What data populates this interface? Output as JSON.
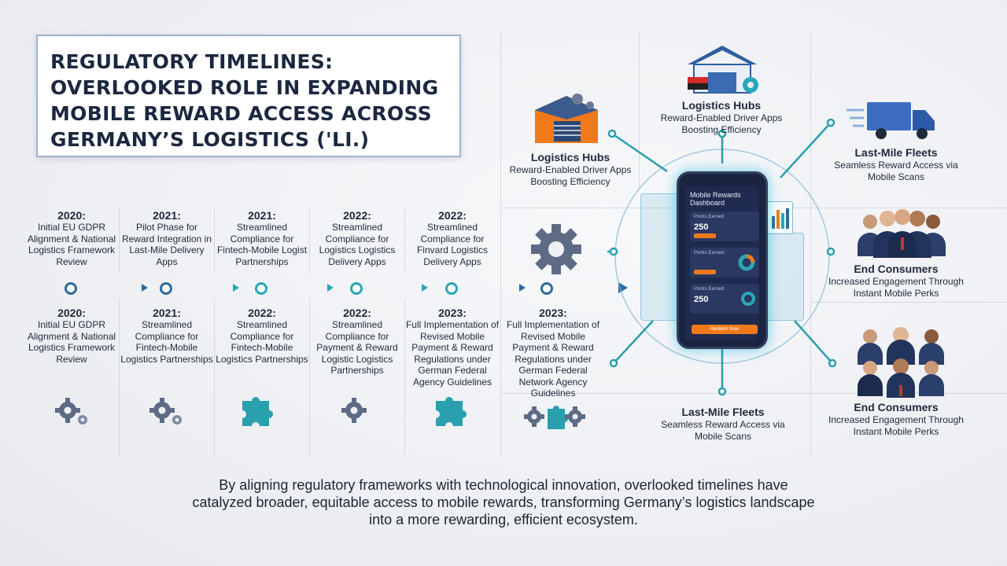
{
  "title": {
    "line1": "REGULATORY TIMELINES:",
    "line2": "OVERLOOKED ROLE IN EXPANDING",
    "line3": "MOBILE REWARD ACCESS ACROSS",
    "line4": "GERMANY’S LOGISTICS ('LI.)"
  },
  "timeline_top": [
    {
      "year": "2020:",
      "desc": "Initial EU GDPR Alignment & National Logistics Framework Review"
    },
    {
      "year": "2021:",
      "desc": "Pilot Phase for Reward Integration in Last-Mile Delivery Apps"
    },
    {
      "year": "2021:",
      "desc": "Streamlined Compliance for Fintech-Mobile Logist Partnerships"
    },
    {
      "year": "2022:",
      "desc": "Streamlined Compliance for Logistics Logistics Delivery Apps"
    },
    {
      "year": "2022:",
      "desc": "Streamlined Compliance for Finvard Logistics Delivery Apps"
    }
  ],
  "timeline_bottom": [
    {
      "year": "2020:",
      "desc": "Initial EU GDPR Alignment & National Logistics Framework Review"
    },
    {
      "year": "2021:",
      "desc": "Streamlined Compliance for Fintech-Mobile Logistics Partnerships"
    },
    {
      "year": "2022:",
      "desc": "Streamlined Compliance for Fintech-Mobile Logistics Partnerships"
    },
    {
      "year": "2022:",
      "desc": "Streamlined Compliance for Payment & Reward Logistic Logistics Partnerships"
    },
    {
      "year": "2023:",
      "desc": "Full Implementation of Revised Mobile Payment & Reward Regulations under German Federal Agency Guidelines"
    },
    {
      "year": "2023:",
      "desc": "Full Implementation of Revised Mobile Payment & Reward Regulations under German Federal Network Agency Guidelines"
    }
  ],
  "icons_row": [
    "gear-icon",
    "gear-icon",
    "puzzle-icon",
    "gear-icon",
    "puzzle-icon",
    "gears-puzzle-icon"
  ],
  "nodes": {
    "hub_left": {
      "title": "Logistics Hubs",
      "desc": "Reward-Enabled Driver Apps Boosting Efficiency"
    },
    "hub_top": {
      "title": "Logistics Hubs",
      "desc": "Reward-Enabled Driver Apps Boosting Efficiency"
    },
    "fleet_right": {
      "title": "Last-Mile Fleets",
      "desc": "Seamless Reward Access via Mobile Scans"
    },
    "consumers_right": {
      "title": "End Consumers",
      "desc": "Increased Engagement Through Instant Mobile Perks"
    },
    "fleet_bottom": {
      "title": "Last-Mile Fleets",
      "desc": "Seamless Reward Access via Mobile Scans"
    },
    "consumers_bottom": {
      "title": "End Consumers",
      "desc": "Increased Engagement Through Instant Mobile Perks"
    }
  },
  "phone": {
    "title": "Mobile Rewards Dashboard",
    "card1_label": "Points Earned:",
    "card1_value": "250",
    "card2_label": "Points Earned:",
    "card3_label": "Points Earned:",
    "card3_value": "250",
    "button": "Redeem Now"
  },
  "conclusion": "By aligning regulatory frameworks with technological innovation, overlooked timelines have catalyzed broader, equitable access to mobile rewards, transforming Germany’s logistics landscape into a more rewarding, efficient ecosystem.",
  "colors": {
    "accent_teal": "#2aa7b8",
    "accent_blue": "#2f6a9e",
    "accent_orange": "#f07a1a",
    "phone_navy": "#1f2b4e"
  }
}
